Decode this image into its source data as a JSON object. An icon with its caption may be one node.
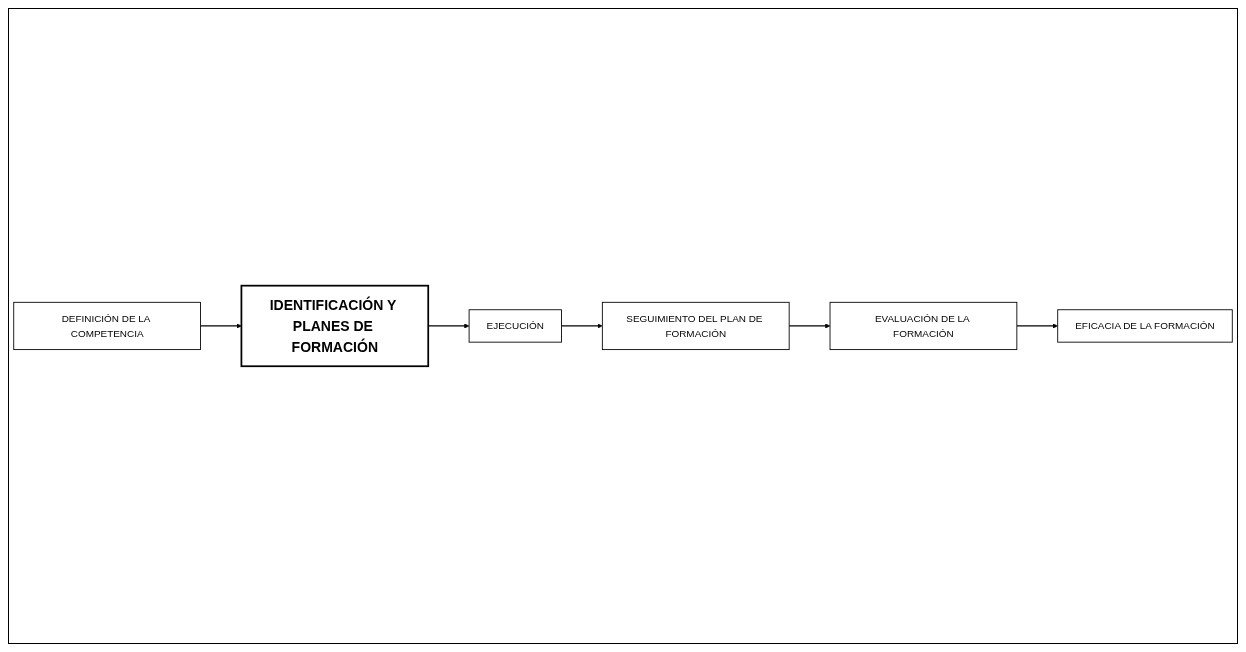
{
  "diagram": {
    "nodes": [
      {
        "text": [
          "DEFINICIÓN DE LA COMPETENCIA"
        ]
      },
      {
        "text": [
          "IDENTIFICACIÓN Y PLANES DE FORMACIÓN"
        ]
      },
      {
        "text": [
          "EJECUCIÓN"
        ]
      },
      {
        "text": [
          "SEGUIMIENTO DEL PLAN DE FORMACIÓN"
        ]
      },
      {
        "text": [
          "EVALUACIÓN DE LA FORMACIÓN"
        ]
      },
      {
        "text": [
          "EFICACIA DE LA FORMACIÓN"
        ]
      }
    ],
    "edges": [
      {
        "from": 0,
        "to": 1,
        "arrow": "to"
      },
      {
        "from": 1,
        "to": 2,
        "arrow": "to"
      },
      {
        "from": 2,
        "to": 3,
        "arrow": "to"
      },
      {
        "from": 3,
        "to": 4,
        "arrow": "to"
      },
      {
        "from": 4,
        "to": 5,
        "arrow": "to"
      }
    ]
  }
}
